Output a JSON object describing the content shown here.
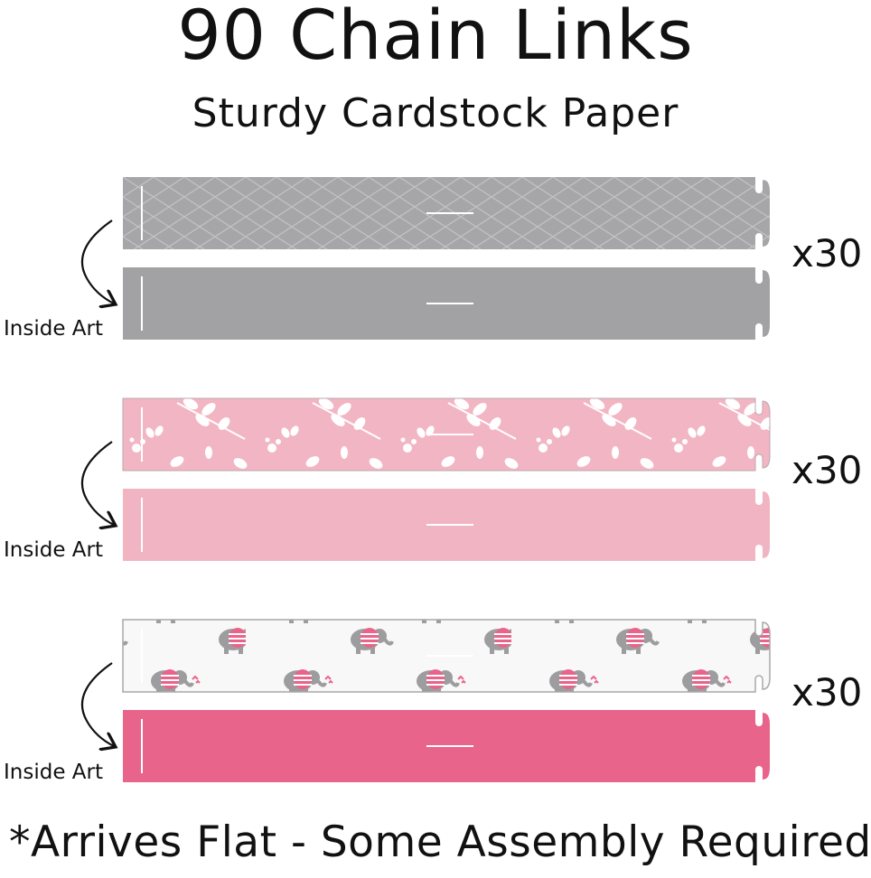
{
  "title": "90 Chain Links",
  "subtitle": "Sturdy Cardstock Paper",
  "groups": [
    {
      "quantity": "x30",
      "inside_label": "Inside Art",
      "outside_pattern": "gray-lattice",
      "inside_color": "#a2a2a4"
    },
    {
      "quantity": "x30",
      "inside_label": "Inside Art",
      "outside_pattern": "pink-leaves",
      "inside_color": "#f1b4c2"
    },
    {
      "quantity": "x30",
      "inside_label": "Inside Art",
      "outside_pattern": "pink-elephants",
      "inside_color": "#e9648a"
    }
  ],
  "footer": "*Arrives Flat - Some Assembly Required"
}
